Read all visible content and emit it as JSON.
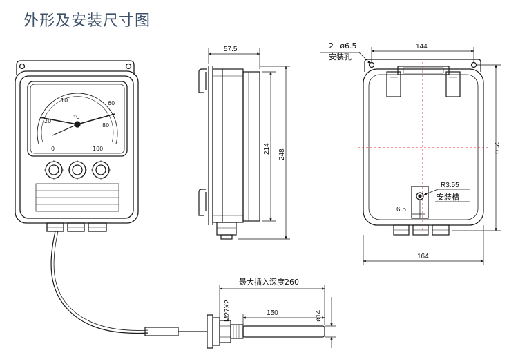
{
  "title": "外形及安装尺寸图",
  "colors": {
    "title": "#3d5268",
    "line": "#1a1a1a",
    "center_line": "#e0303a"
  },
  "front_view": {
    "scale_labels": [
      "0",
      "10",
      "20",
      "60",
      "80",
      "100"
    ],
    "unit": "°C"
  },
  "side_view": {
    "dim_depth": "57.5",
    "dim_inner_height": "214",
    "dim_total_height": "248"
  },
  "rear_view": {
    "dim_hole_spacing": "144",
    "dim_total_width": "164",
    "dim_vertical_spacing": "210",
    "mount_hole_spec": "2−ø6.5",
    "mount_hole_label": "安装孔",
    "slot_radius": "R3.55",
    "slot_label": "安装槽",
    "slot_offset": "6.5"
  },
  "probe": {
    "max_insertion_label": "最大插入深度260",
    "thread_spec": "M27X2",
    "length": "150",
    "diameter": "ø14"
  }
}
